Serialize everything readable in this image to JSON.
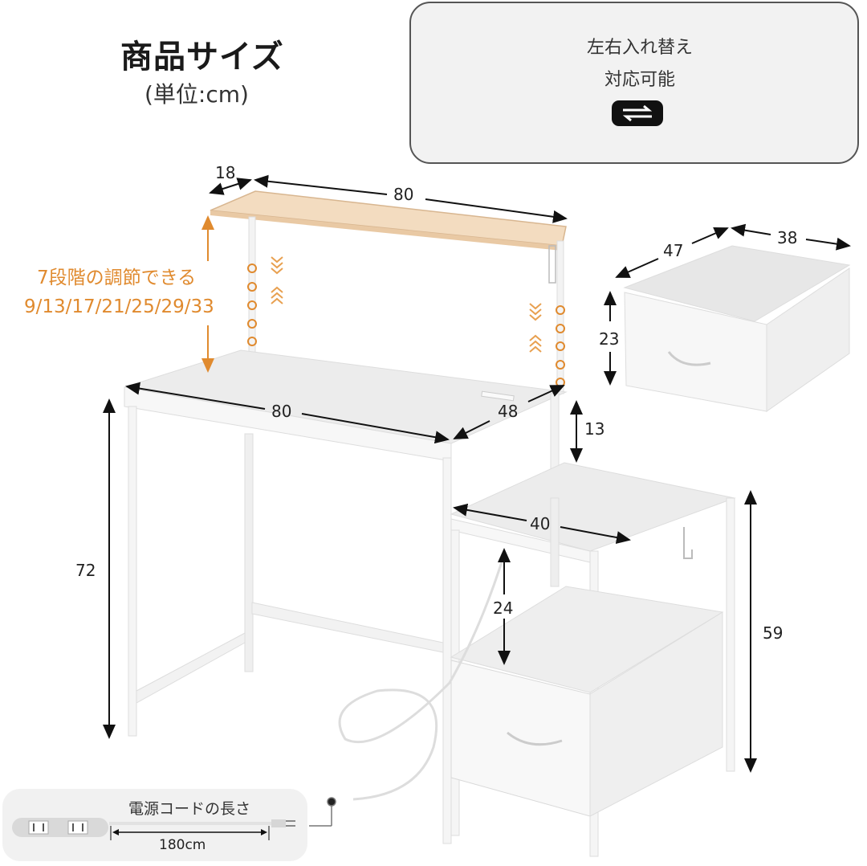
{
  "header": {
    "title": "商品サイズ",
    "unit": "(単位:cm)"
  },
  "swap_panel": {
    "line1": "左右入れ替え",
    "line2": "対応可能",
    "icon": "swap-arrows-icon"
  },
  "shelf": {
    "depth": "18",
    "width": "80",
    "adjust_label": "7段階の調節できる",
    "adjust_heights": "9/13/17/21/25/29/33",
    "accent_color": "#e08a2e",
    "wood_color": "#f3dcc0"
  },
  "desk": {
    "width": "80",
    "depth": "48",
    "height": "72",
    "shelf_gap": "13"
  },
  "side_cabinet": {
    "width": "40",
    "height": "59",
    "inner_height": "24"
  },
  "storage_box": {
    "width": "47",
    "depth": "38",
    "height": "23"
  },
  "power_cord": {
    "label": "電源コードの長さ",
    "length": "180cm"
  }
}
